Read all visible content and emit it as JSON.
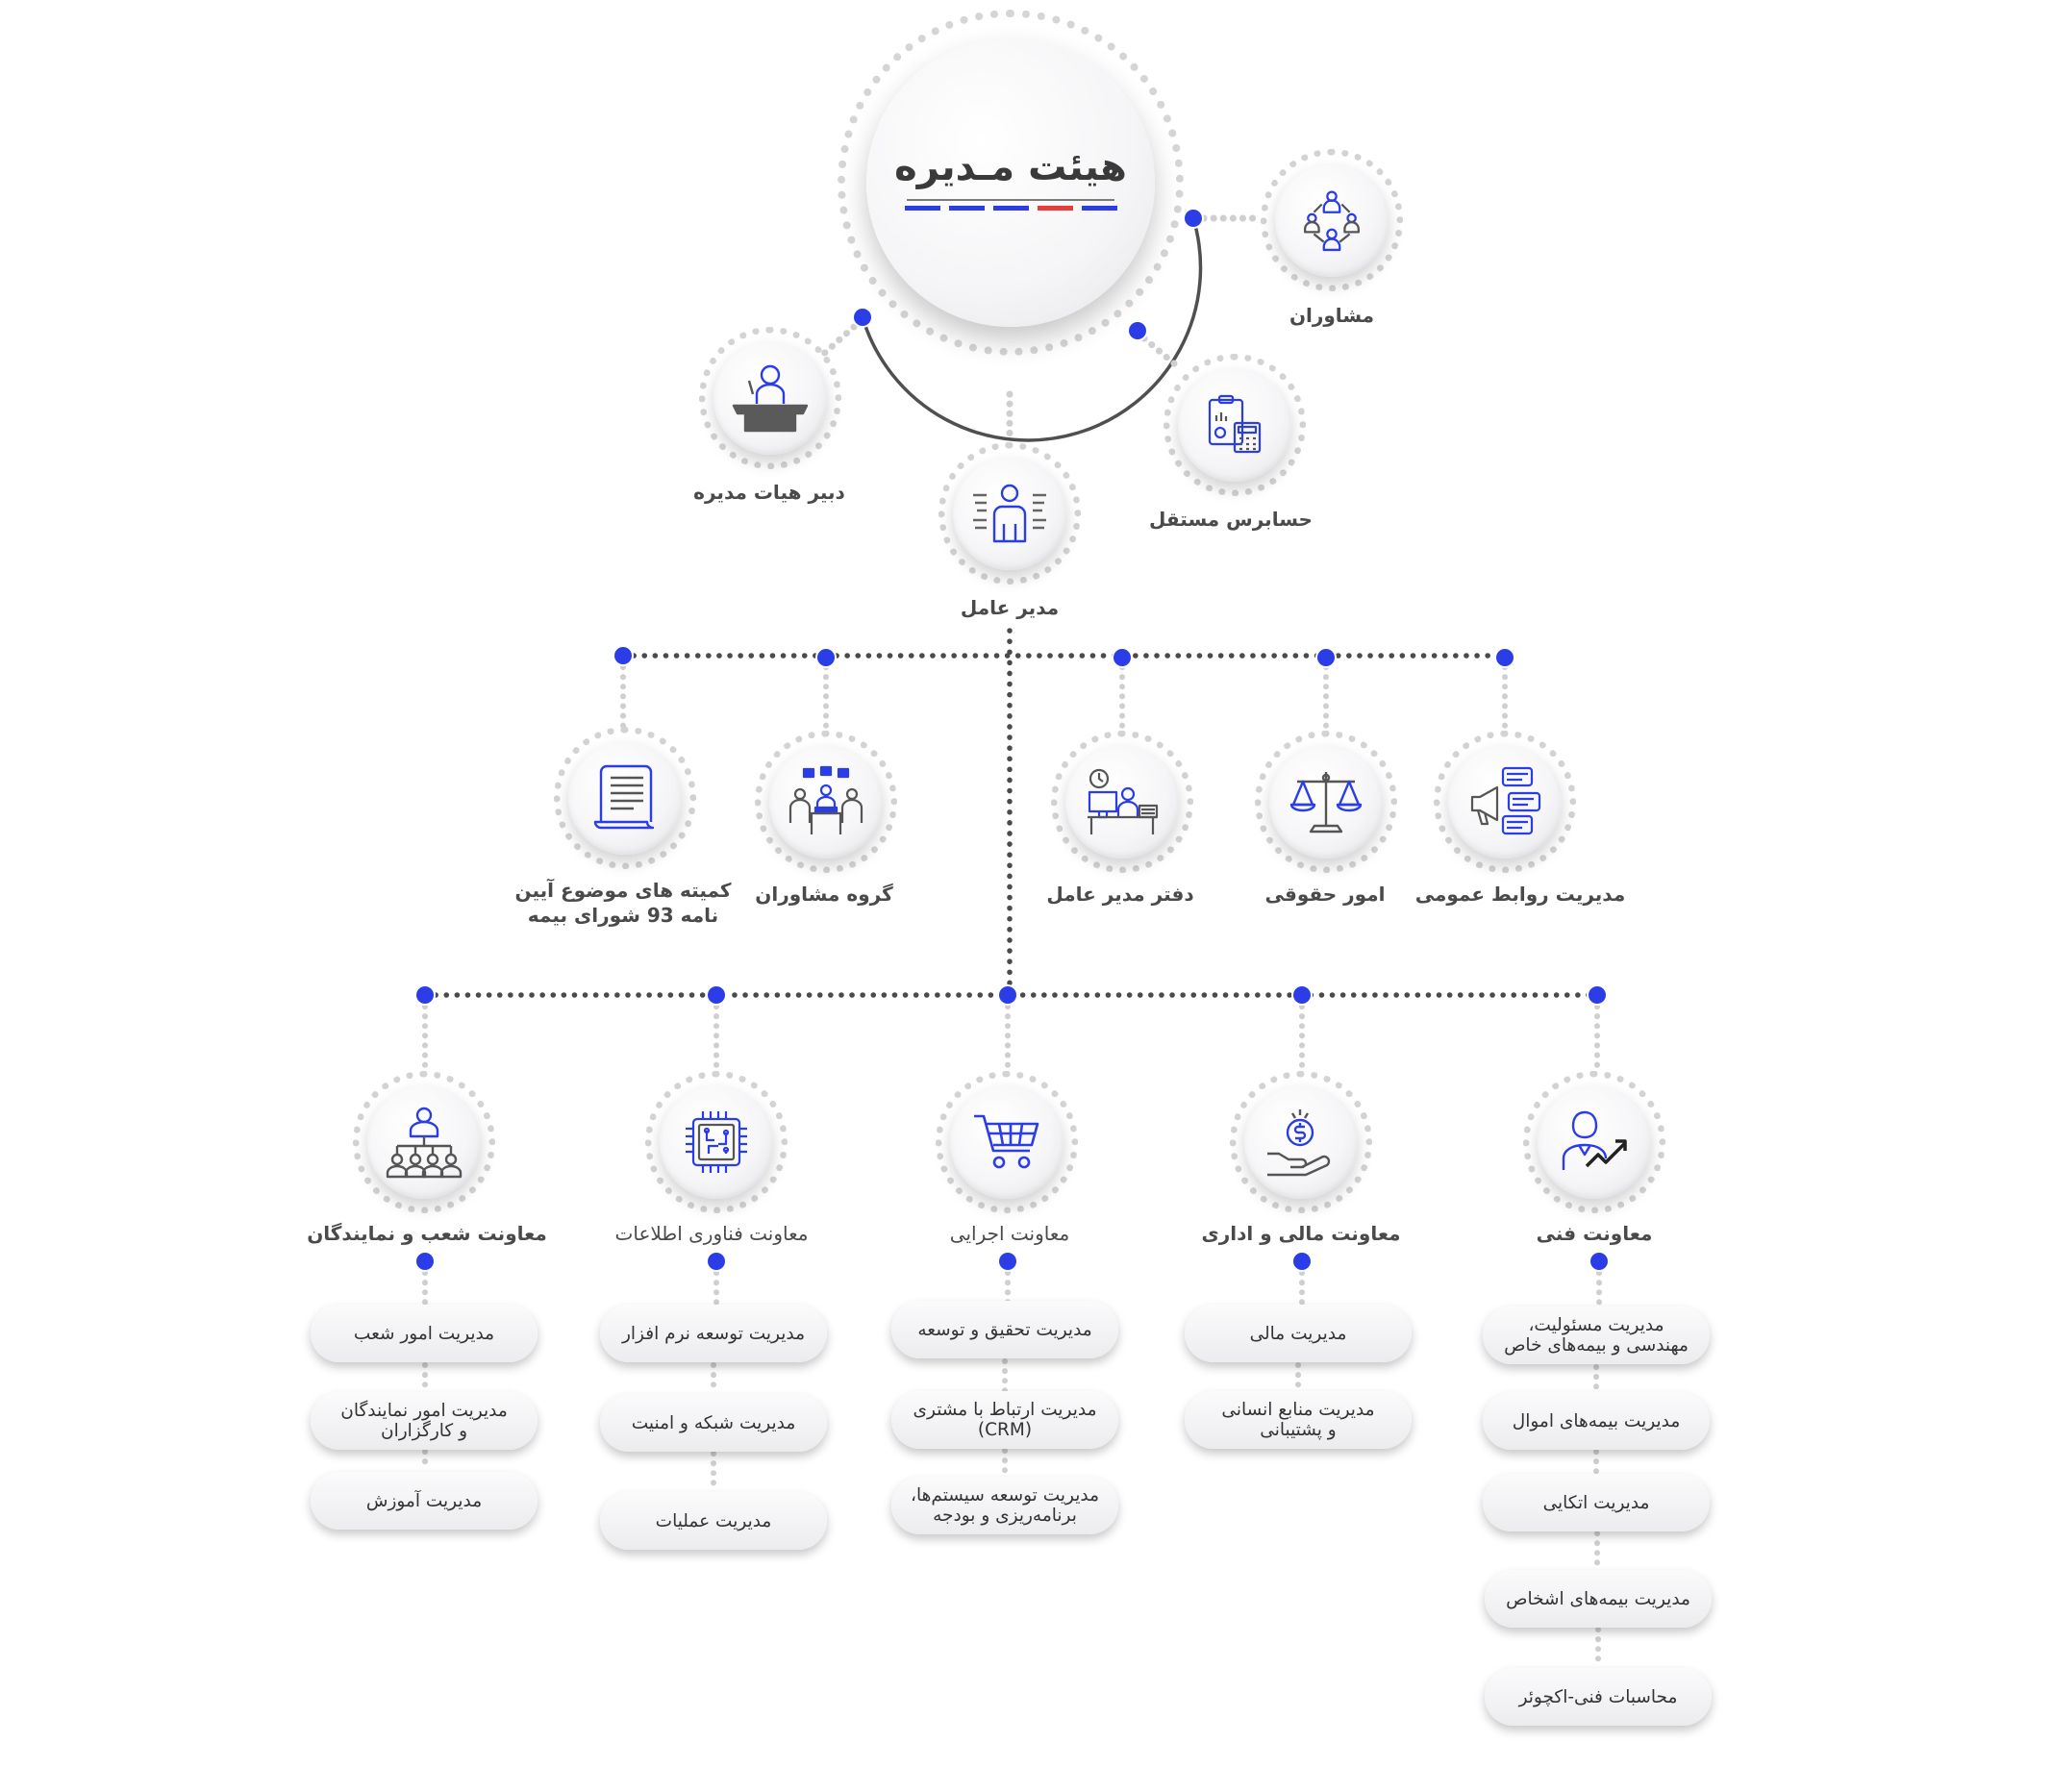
{
  "board": {
    "title": "هیئت مـدیره"
  },
  "upper_nodes": [
    {
      "id": "advisors",
      "label": "مشاوران",
      "icon": "people-network-icon"
    },
    {
      "id": "auditor",
      "label": "حسابرس مستقل",
      "icon": "clipboard-calculator-icon"
    },
    {
      "id": "secretary",
      "label": "دبیر هیات مدیره",
      "icon": "podium-speaker-icon"
    },
    {
      "id": "ceo",
      "label": "مدیر عامل",
      "icon": "manager-person-icon"
    }
  ],
  "staff_units": [
    {
      "id": "committees",
      "label": "کمیته های موضوع آیین\nنامه 93 شورای بیمه",
      "icon": "document-scroll-icon"
    },
    {
      "id": "advisory-group",
      "label": "گروه مشاوران",
      "icon": "meeting-group-icon"
    },
    {
      "id": "ceo-office",
      "label": "دفتر مدیر عامل",
      "icon": "office-desk-icon"
    },
    {
      "id": "legal",
      "label": "امور حقوقی",
      "icon": "scales-justice-icon"
    },
    {
      "id": "public-relations",
      "label": "مدیریت روابط عمومی",
      "icon": "megaphone-chat-icon"
    }
  ],
  "deputies": [
    {
      "id": "branches",
      "label": "معاونت شعب و نمایندگان",
      "icon": "hierarchy-people-icon",
      "items": [
        "مدیریت امور شعب",
        "مدیریت امور نمایندگان\nو کارگزاران",
        "مدیریت آموزش"
      ]
    },
    {
      "id": "it",
      "label": "معاونت فناوری اطلاعات",
      "icon": "cpu-chip-icon",
      "items": [
        "مدیریت توسعه نرم افزار",
        "مدیریت شبکه و امنیت",
        "مدیریت عملیات"
      ]
    },
    {
      "id": "executive",
      "label": "معاونت اجرایی",
      "icon": "shopping-cart-icon",
      "items": [
        "مدیریت تحقیق و توسعه",
        "مدیریت ارتباط با مشتری\n(CRM)",
        "مدیریت توسعه سیستم‌ها،\nبرنامه‌ریزی و بودجه"
      ]
    },
    {
      "id": "finance",
      "label": "معاونت مالی و اداری",
      "icon": "money-hand-icon",
      "items": [
        "مدیریت مالی",
        "مدیریت منابع انسانی\nو پشتیبانی"
      ]
    },
    {
      "id": "technical",
      "label": "معاونت فنی",
      "icon": "person-growth-icon",
      "items": [
        "مدیریت مسئولیت،\nمهندسی و بیمه‌های خاص",
        "مدیریت بیمه‌های اموال",
        "مدیریت اتکایی",
        "مدیریت بیمه‌های اشخاص",
        "محاسبات فنی-اکچوئر"
      ]
    }
  ],
  "colors": {
    "accent": "#2a3de6",
    "accent_red": "#ea3b3b",
    "icon_gray": "#606060",
    "dotted_line": "#555555"
  }
}
